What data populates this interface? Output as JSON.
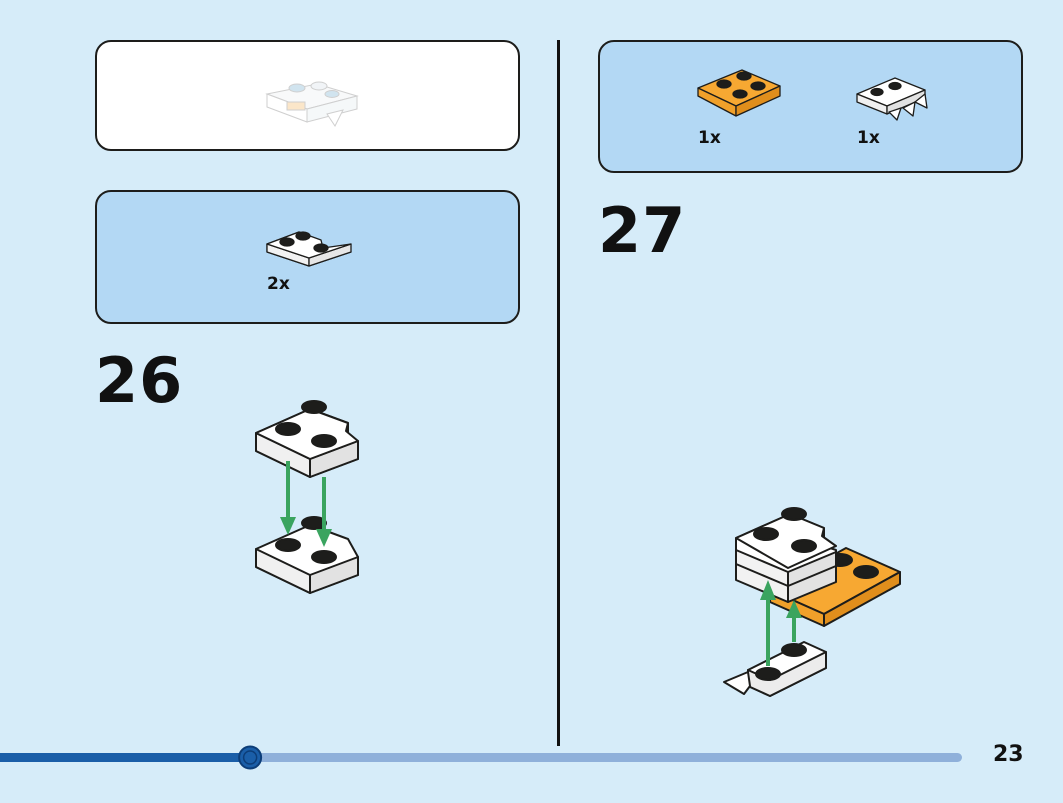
{
  "page": {
    "number": "23",
    "progress": 0.26
  },
  "colors": {
    "background": "#d6ecf9",
    "panel": "#b3d8f4",
    "brick_orange": "#f7a832",
    "arrow_green": "#3aa45f",
    "progress_fill": "#1a5ea8",
    "progress_track": "#8fb0da"
  },
  "previous_model_box": {
    "icon": "model-preview-image"
  },
  "step26": {
    "number": "26",
    "parts": [
      {
        "icon": "white-corner-plate-1x2x2",
        "qty": "2x"
      }
    ]
  },
  "step27": {
    "number": "27",
    "parts": [
      {
        "icon": "orange-plate-2x2",
        "qty": "1x"
      },
      {
        "icon": "white-plate-with-teeth",
        "qty": "1x"
      }
    ]
  }
}
